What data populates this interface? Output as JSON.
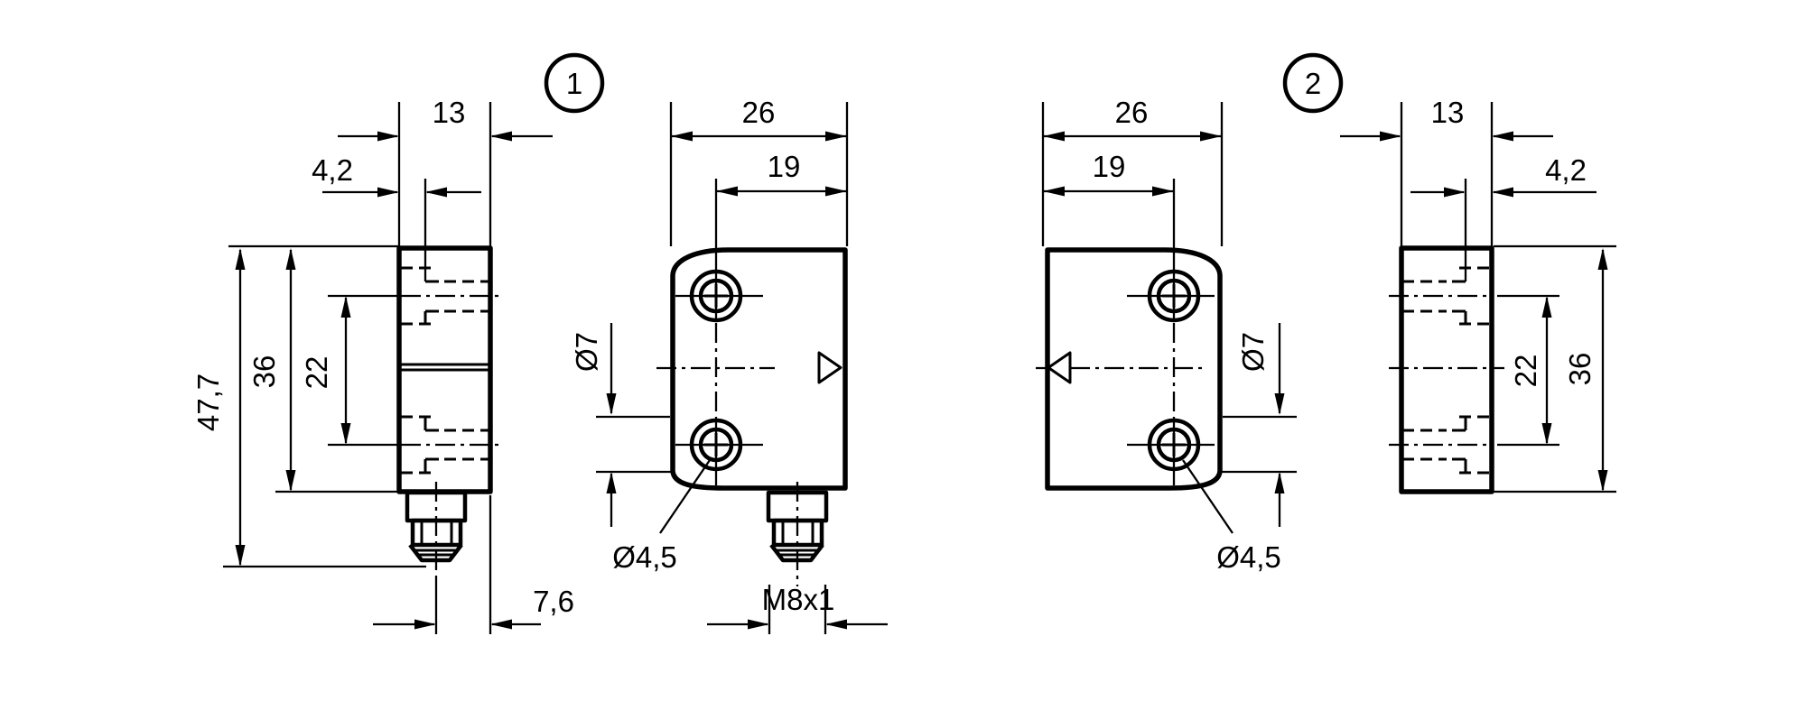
{
  "badges": {
    "figure1": "1",
    "figure2": "2"
  },
  "views": {
    "side_left": {
      "width": "13",
      "sleeve_depth": "4,2",
      "total_height": "47,7",
      "body_height": "36",
      "hole_spacing": "22",
      "connector_offset": "7,6"
    },
    "front_left": {
      "width": "26",
      "hole_to_edge": "19",
      "counterbore_dia": "Ø7",
      "mounting_hole_dia": "Ø4,5",
      "connector_thread": "M8x1"
    },
    "front_right": {
      "width": "26",
      "hole_to_edge": "19",
      "counterbore_dia": "Ø7",
      "mounting_hole_dia": "Ø4,5"
    },
    "side_right": {
      "width": "13",
      "sleeve_depth": "4,2",
      "hole_spacing": "22",
      "body_height": "36"
    }
  },
  "colors": {
    "line": "#000000",
    "background": "#ffffff"
  }
}
